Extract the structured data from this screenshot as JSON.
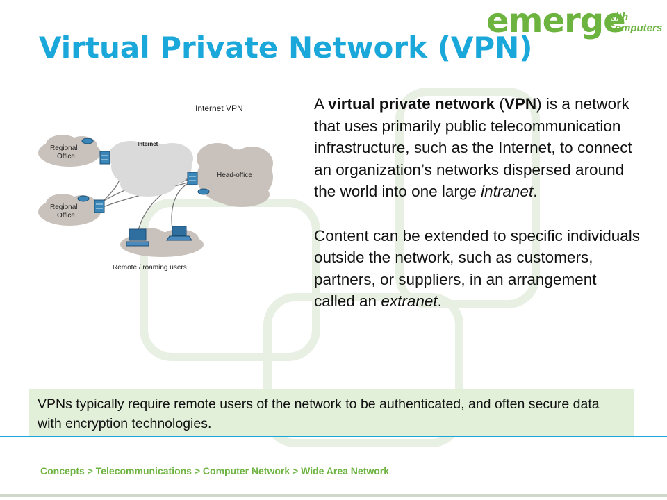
{
  "logo": {
    "main": "emerge",
    "line1": "with",
    "line2": "Computers"
  },
  "title": "Virtual Private Network (VPN)",
  "diagram": {
    "title": "Internet VPN",
    "internet_label": "Internet",
    "regional_office_1": [
      "Regional",
      "Office"
    ],
    "regional_office_2": [
      "Regional",
      "Office"
    ],
    "head_office": "Head-office",
    "remote_users": "Remote / roaming users"
  },
  "body": {
    "p1": {
      "t1": "A ",
      "b1": "virtual private network",
      "t2": " (",
      "b2": "VPN",
      "t3": ") is a network that uses primarily public telecommunication infrastructure, such as the Internet, to connect an organization’s networks dispersed around the world into one large ",
      "i1": "intranet",
      "t4": "."
    },
    "p2": {
      "t1": "Content can be extended to specific individuals outside the network, such as customers, partners, or suppliers, in an arrangement called an ",
      "i1": "extranet",
      "t2": "."
    }
  },
  "callout": "VPNs typically require remote users of the network to be authenticated, and often secure data with encryption technologies.",
  "breadcrumb": "Concepts > Telecommunications > Computer Network > Wide Area Network",
  "colors": {
    "title": "#1aa7d9",
    "accent": "#6cb33f",
    "callout_bg": "#e2efd9"
  }
}
